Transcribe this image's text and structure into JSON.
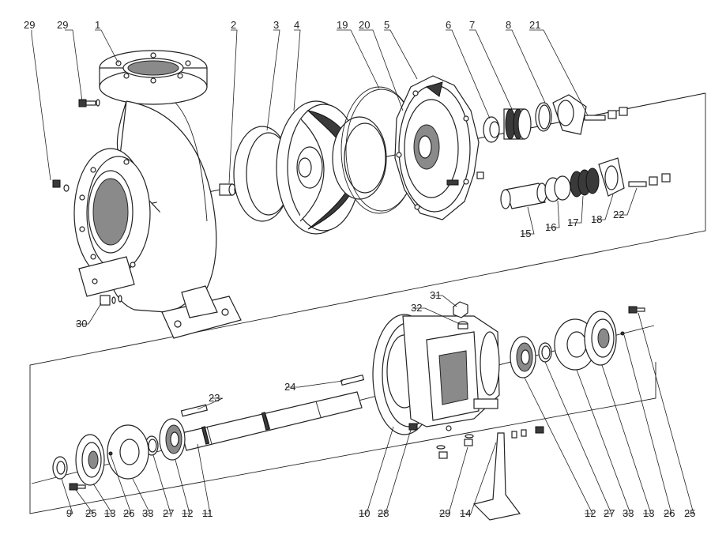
{
  "colors": {
    "ink": "#222222",
    "background": "#ffffff",
    "shade": "#3a3a3a"
  },
  "callouts": {
    "upper": [
      {
        "id": "c-29a",
        "text": "29"
      },
      {
        "id": "c-29b",
        "text": "29"
      },
      {
        "id": "c-1",
        "text": "1"
      },
      {
        "id": "c-2",
        "text": "2"
      },
      {
        "id": "c-3",
        "text": "3"
      },
      {
        "id": "c-4",
        "text": "4"
      },
      {
        "id": "c-19",
        "text": "19"
      },
      {
        "id": "c-20",
        "text": "20"
      },
      {
        "id": "c-5",
        "text": "5"
      },
      {
        "id": "c-6",
        "text": "6"
      },
      {
        "id": "c-7",
        "text": "7"
      },
      {
        "id": "c-8",
        "text": "8"
      },
      {
        "id": "c-21",
        "text": "21"
      },
      {
        "id": "c-15",
        "text": "15"
      },
      {
        "id": "c-16",
        "text": "16"
      },
      {
        "id": "c-17",
        "text": "17"
      },
      {
        "id": "c-18",
        "text": "18"
      },
      {
        "id": "c-22",
        "text": "22"
      },
      {
        "id": "c-30",
        "text": "30"
      }
    ],
    "lower": [
      {
        "id": "c-31",
        "text": "31"
      },
      {
        "id": "c-32",
        "text": "32"
      },
      {
        "id": "c-24",
        "text": "24"
      },
      {
        "id": "c-23",
        "text": "23"
      },
      {
        "id": "c-9",
        "text": "9"
      },
      {
        "id": "c-25a",
        "text": "25"
      },
      {
        "id": "c-13a",
        "text": "13"
      },
      {
        "id": "c-26a",
        "text": "26"
      },
      {
        "id": "c-33a",
        "text": "33"
      },
      {
        "id": "c-27a",
        "text": "27"
      },
      {
        "id": "c-12a",
        "text": "12"
      },
      {
        "id": "c-11",
        "text": "11"
      },
      {
        "id": "c-10",
        "text": "10"
      },
      {
        "id": "c-28",
        "text": "28"
      },
      {
        "id": "c-29c",
        "text": "29"
      },
      {
        "id": "c-14",
        "text": "14"
      },
      {
        "id": "c-12b",
        "text": "12"
      },
      {
        "id": "c-27b",
        "text": "27"
      },
      {
        "id": "c-33b",
        "text": "33"
      },
      {
        "id": "c-13b",
        "text": "13"
      },
      {
        "id": "c-26b",
        "text": "26"
      },
      {
        "id": "c-25b",
        "text": "25"
      }
    ]
  }
}
